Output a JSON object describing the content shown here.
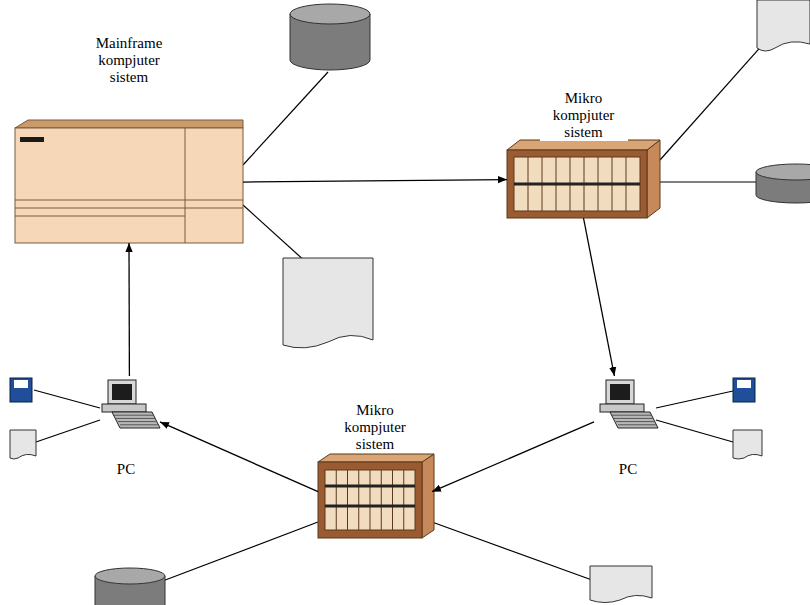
{
  "diagram": {
    "nodes": [
      {
        "text": [
          "Mainframe kompjuter sistem"
        ]
      },
      {
        "text": [
          "Mikro kompjuter sistem"
        ]
      },
      {
        "text": [
          "PC"
        ]
      },
      {
        "text": [
          "Mikro kompjuter sistem"
        ]
      },
      {
        "text": [
          "PC"
        ]
      }
    ],
    "edges": [
      {
        "from": 2,
        "to": 0,
        "arrow": "to"
      },
      {
        "from": 0,
        "to": 1,
        "arrow": "to"
      },
      {
        "from": 1,
        "to": 4,
        "arrow": "to"
      },
      {
        "from": 3,
        "to": 2,
        "arrow": "to"
      },
      {
        "from": 4,
        "to": 3,
        "arrow": "to"
      }
    ]
  }
}
